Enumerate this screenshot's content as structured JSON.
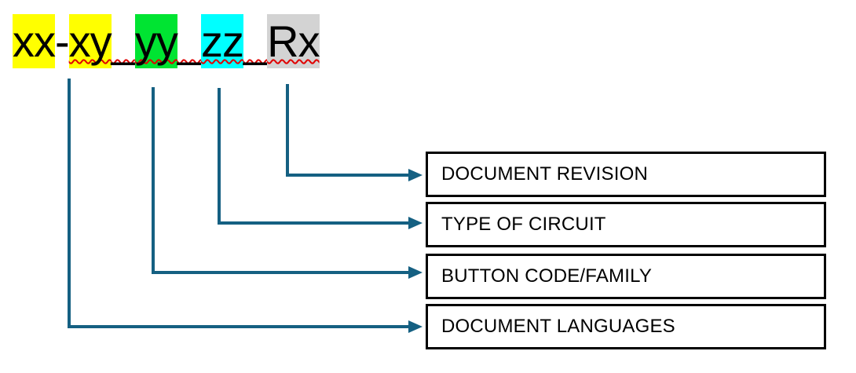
{
  "code": {
    "full_text": "xx-xy_yy_zz_Rx",
    "segments": [
      {
        "text": "xx",
        "highlight": "#ffff00",
        "misspelled": false
      },
      {
        "text": "-",
        "highlight": null,
        "misspelled": false
      },
      {
        "text": "xy",
        "highlight": "#ffff00",
        "misspelled": true
      },
      {
        "text": "_",
        "highlight": null,
        "misspelled": true
      },
      {
        "text": "yy",
        "highlight": "#00e432",
        "misspelled": true
      },
      {
        "text": "_",
        "highlight": null,
        "misspelled": true
      },
      {
        "text": "zz",
        "highlight": "#00ffff",
        "misspelled": true
      },
      {
        "text": "_",
        "highlight": null,
        "misspelled": true
      },
      {
        "text": "Rx",
        "highlight": "#d3d3d3",
        "misspelled": true
      }
    ]
  },
  "labels": [
    {
      "text": "DOCUMENT REVISION",
      "maps_to": "Rx"
    },
    {
      "text": "TYPE OF CIRCUIT",
      "maps_to": "zz"
    },
    {
      "text": "BUTTON CODE/FAMILY",
      "maps_to": "yy"
    },
    {
      "text": "DOCUMENT LANGUAGES",
      "maps_to": "xx-xy"
    }
  ],
  "colors": {
    "connector": "#156082",
    "squiggle": "#e00000",
    "box_border": "#000000",
    "text": "#000000",
    "background": "#ffffff"
  }
}
